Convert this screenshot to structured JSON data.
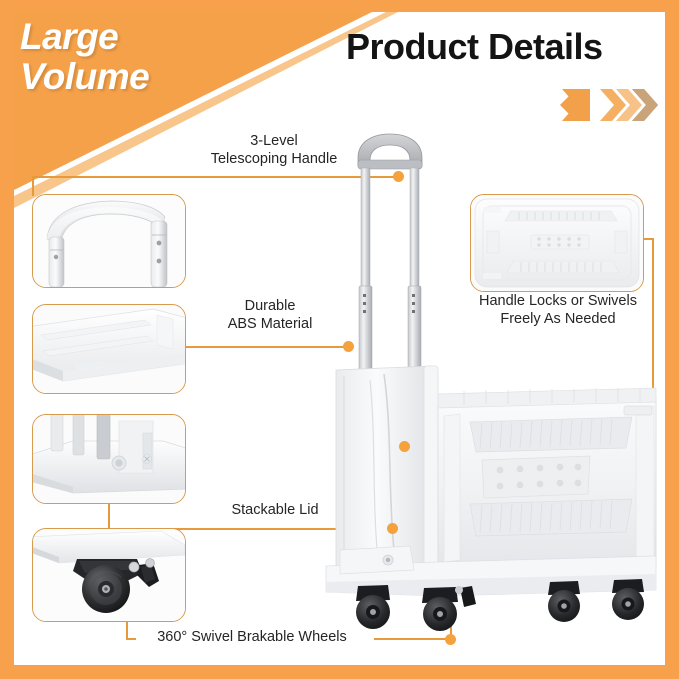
{
  "frame": {
    "border_color": "#F7A14C",
    "card_background": "#FFFFFF"
  },
  "banner": {
    "line1": "Large",
    "line2": "Volume",
    "background_color": "#F5A14A",
    "text_color": "#FFFFFF"
  },
  "header": {
    "title": "Product Details",
    "title_color": "#141414",
    "chevron_icon": "chevrons-left-icon",
    "chevron_color": "#F0A košt"
  },
  "accent": {
    "line_color": "#E79A3C",
    "dot_color": "#F5A23C",
    "inset_border_color": "#D79A4E"
  },
  "callouts": [
    {
      "id": "telescoping-handle",
      "line1": "3-Level",
      "line2": "Telescoping Handle",
      "inset_name": "telescoping-handle-photo"
    },
    {
      "id": "abs-material",
      "line1": "Durable",
      "line2": "ABS Material",
      "inset_name": "abs-material-photo"
    },
    {
      "id": "handle-lock",
      "line1": "Handle Locks or Swivels",
      "line2": "Freely As Needed",
      "inset_name": "handle-lock-photo"
    },
    {
      "id": "stackable-lid",
      "line1": "Stackable Lid",
      "line2": "",
      "inset_name": "stackable-lid-photo"
    },
    {
      "id": "swivel-wheels",
      "line1": "360° Swivel Brakable Wheels",
      "line2": "",
      "inset_name": "swivel-wheel-photo"
    }
  ],
  "product": {
    "name": "folding-trolley-crate",
    "body_color": "#F4F5F6",
    "wheel_color": "#1E1E1E",
    "handle_color": "#B9BBBE"
  }
}
